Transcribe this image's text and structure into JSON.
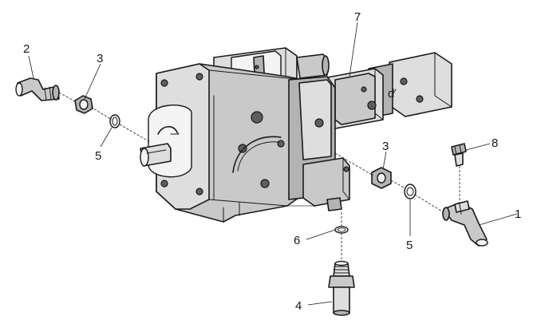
{
  "callouts": [
    {
      "id": "callout-1",
      "label": "1"
    },
    {
      "id": "callout-2",
      "label": "2"
    },
    {
      "id": "callout-3-left",
      "label": "3"
    },
    {
      "id": "callout-3-right",
      "label": "3"
    },
    {
      "id": "callout-4",
      "label": "4"
    },
    {
      "id": "callout-5-left",
      "label": "5"
    },
    {
      "id": "callout-5-right",
      "label": "5"
    },
    {
      "id": "callout-6",
      "label": "6"
    },
    {
      "id": "callout-7",
      "label": "7"
    },
    {
      "id": "callout-8",
      "label": "8"
    }
  ],
  "colors": {
    "line": "#1a1a1a",
    "body_shade": "#c9c9c9",
    "watermark": "#a7a7a7",
    "background": "#ffffff"
  }
}
